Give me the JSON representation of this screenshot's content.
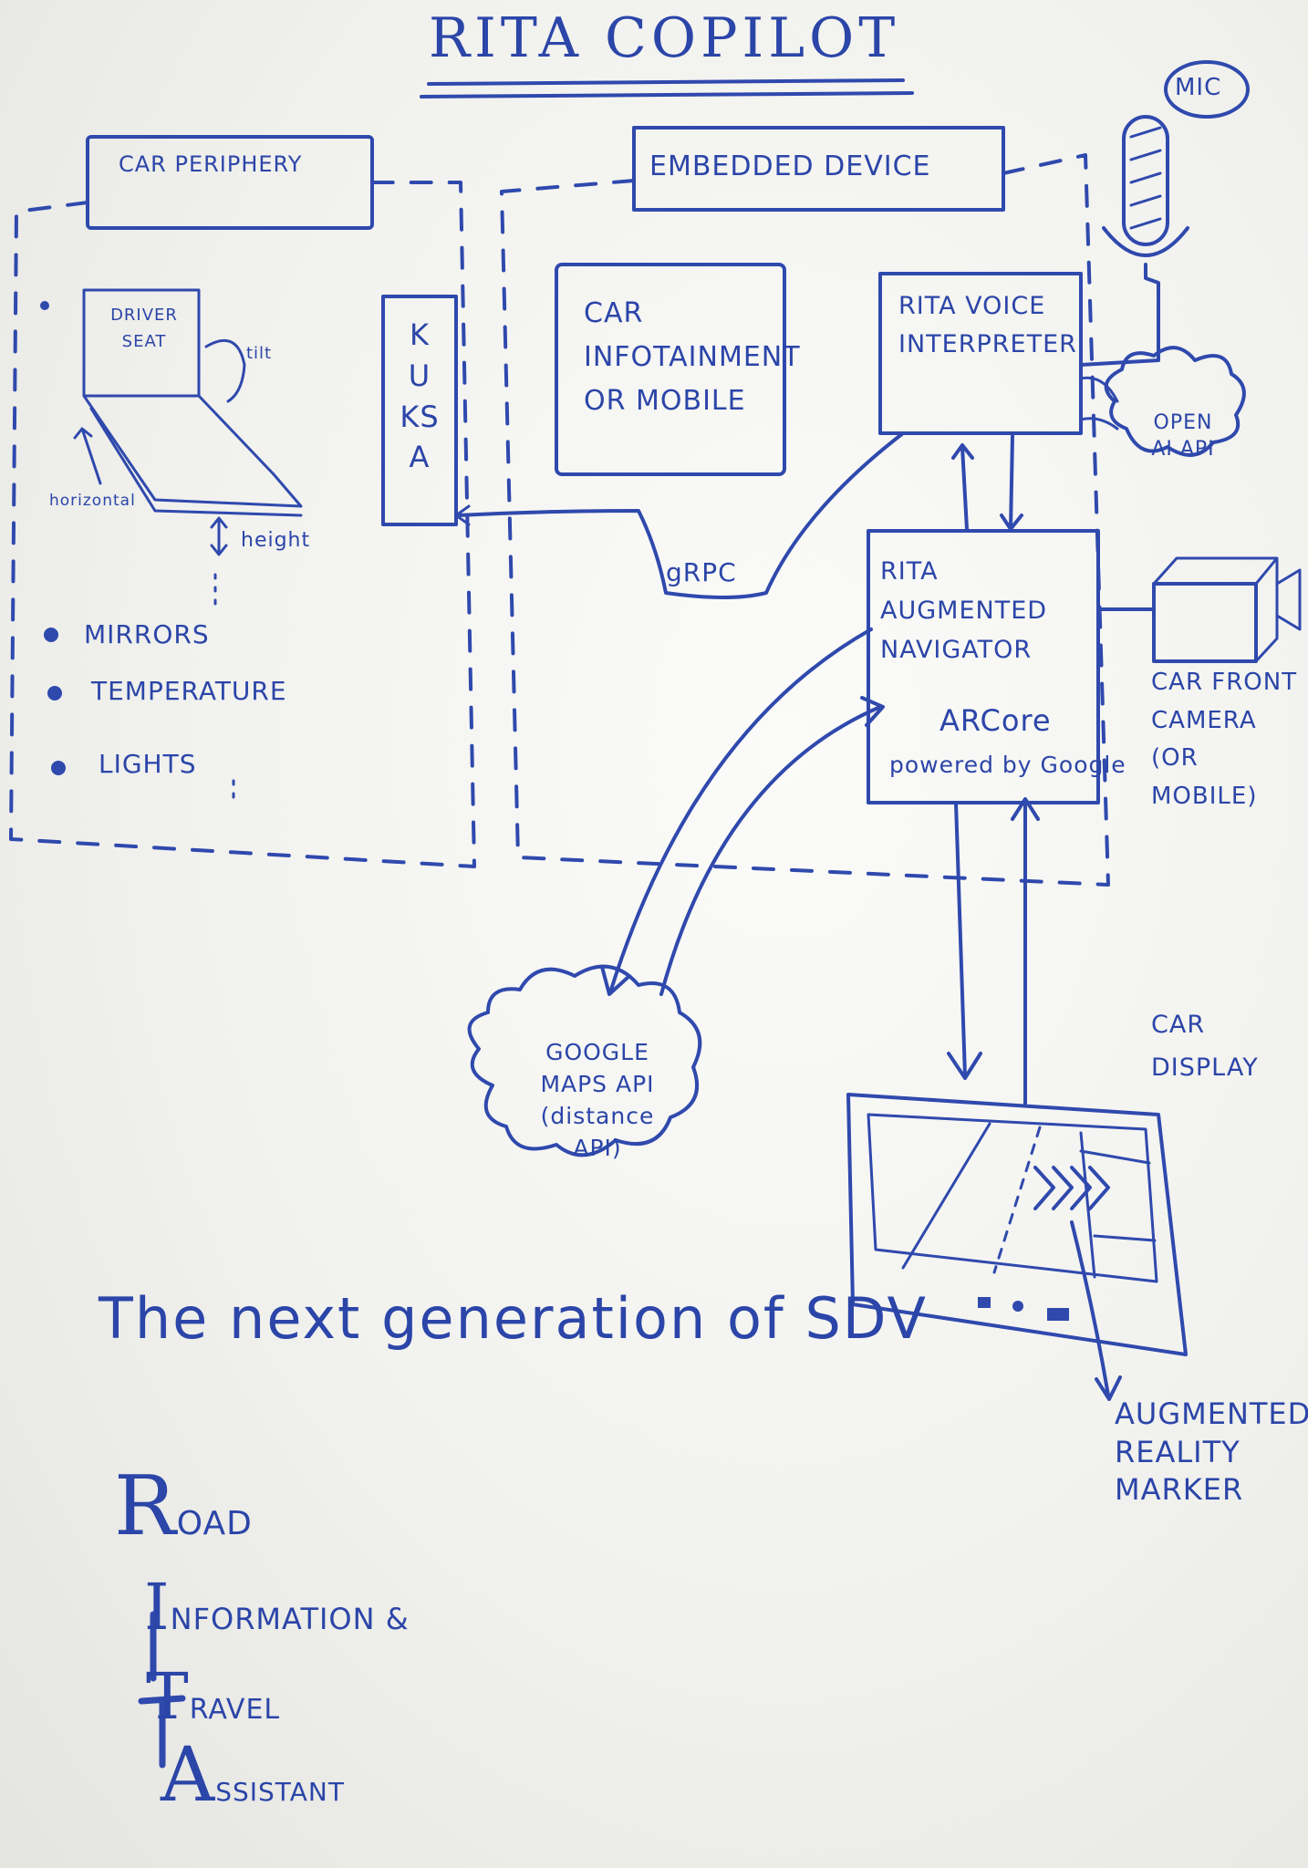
{
  "title": "RITA COPILOT",
  "mic": "MIC",
  "car_periphery": {
    "title": "CAR PERIPHERY",
    "seat": "DRIVER SEAT",
    "tilt": "tilt",
    "horizontal": "horizontal",
    "height": "height",
    "items": [
      "MIRRORS",
      "TEMPERATURE",
      "LIGHTS"
    ]
  },
  "kuksa": "KUKSA",
  "embedded_device": "EMBEDDED DEVICE",
  "infotainment": "CAR INFOTAINMENT OR MOBILE",
  "voice_interpreter": "RITA VOICE INTERPRETER",
  "openai": "OPEN AI API",
  "grpc": "gRPC",
  "navigator": "RITA AUGMENTED NAVIGATOR",
  "arcore": "ARCore",
  "powered": "powered by Google",
  "camera": "CAR FRONT CAMERA (OR MOBILE)",
  "maps_api": "GOOGLE MAPS API (distance API)",
  "car_display": "CAR DISPLAY",
  "ar_marker": "AUGMENTED REALITY MARKER",
  "tagline": "The next generation of SDV",
  "acronym": [
    {
      "letter": "R",
      "rest": "OAD"
    },
    {
      "letter": "I",
      "rest": "NFORMATION &"
    },
    {
      "letter": "T",
      "rest": "RAVEL"
    },
    {
      "letter": "A",
      "rest": "SSISTANT"
    }
  ]
}
